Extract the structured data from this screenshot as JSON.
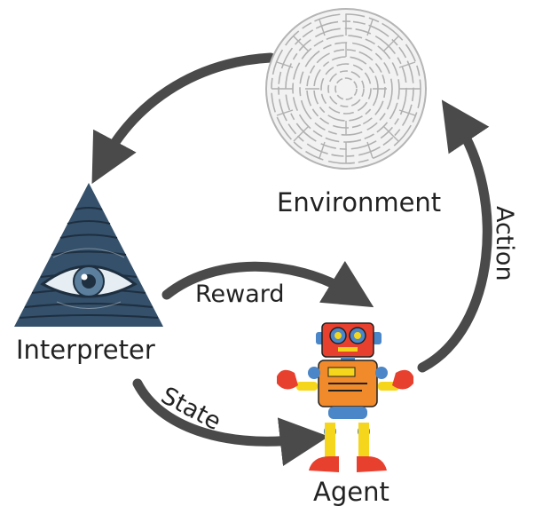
{
  "nodes": {
    "environment": "Environment",
    "interpreter": "Interpreter",
    "agent": "Agent"
  },
  "edges": {
    "reward": "Reward",
    "state": "State",
    "action": "Action"
  },
  "colors": {
    "arrow": "#4a4a4a",
    "maze": "#b5b5b5",
    "pyramid": "#34506a",
    "robot_red": "#e8402f",
    "robot_orange": "#f08a2b",
    "robot_yellow": "#f5d61d",
    "robot_blue": "#4a86c8"
  },
  "icons": [
    "maze-icon",
    "eye-pyramid-icon",
    "robot-icon"
  ]
}
